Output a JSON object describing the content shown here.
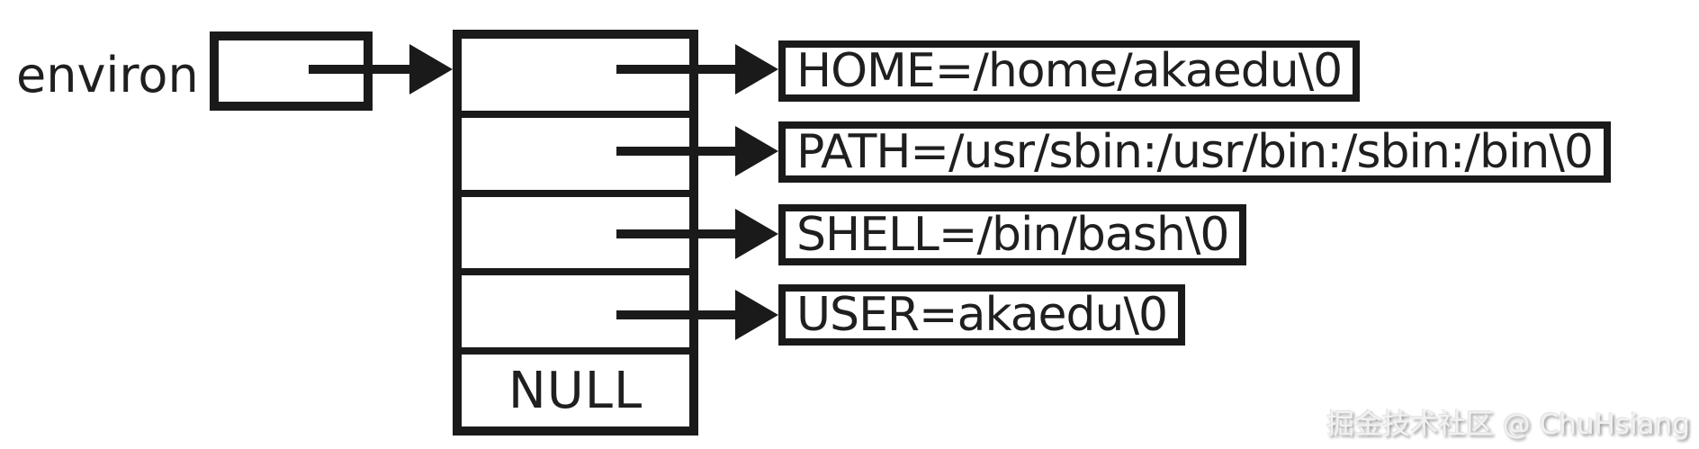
{
  "diagram": {
    "pointer_label": "environ",
    "null_label": "NULL",
    "env_strings": [
      "HOME=/home/akaedu\\0",
      "PATH=/usr/sbin:/usr/bin:/sbin:/bin\\0",
      "SHELL=/bin/bash\\0",
      "USER=akaedu\\0"
    ],
    "colors": {
      "stroke": "#1a1a1a",
      "background": "#ffffff",
      "watermark_fill": "#f2f2f2",
      "watermark_shadow": "#8f8f8f"
    }
  },
  "watermark": {
    "text": "掘金技术社区 @ ChuHsiang"
  }
}
